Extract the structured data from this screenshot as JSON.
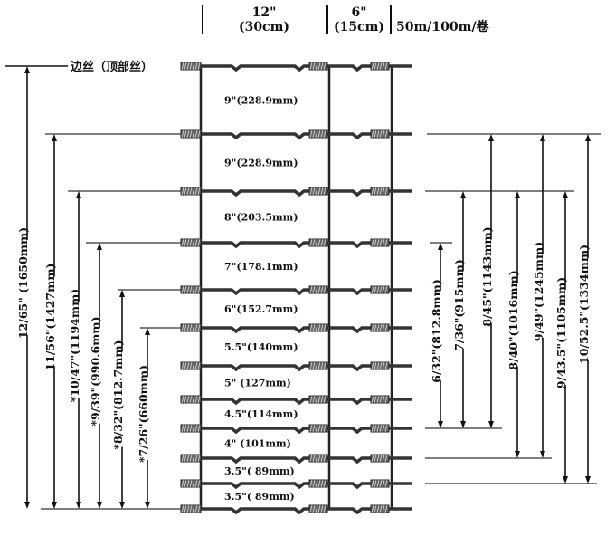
{
  "header": {
    "col1_inch": "12\"",
    "col1_cm": "(30cm)",
    "col2_inch": "6\"",
    "col2_cm": "(15cm)",
    "roll": "50m/100m/卷"
  },
  "top_wire_label": "边丝（顶部丝）",
  "spacings": [
    "9\"(228.9mm)",
    "9\"(228.9mm)",
    "8\"(203.5mm)",
    "7\"(178.1mm)",
    "6\"(152.7mm)",
    "5.5\"(140mm)",
    "5\"  (127mm)",
    "4.5\"(114mm)",
    "4\"  (101mm)",
    "3.5\"( 89mm)",
    "3.5\"( 89mm)"
  ],
  "left_dims": [
    "12/65\" (1650mm)",
    "11/56\"(1427mm)",
    "*10/47\"(1194mm)",
    "*9/39\"(990.6mm)",
    "*8/32\"(812.7mm)",
    "*7/26\"(660mm)"
  ],
  "right_dims": [
    "6/32\"(812.8mm)",
    "7/36\"(915mm)",
    "8/45\"(1143mm)",
    "8/40\"(1016mm)",
    "9/49\"(1245mm)",
    "9/43.5\"(1105mm)",
    "10/52.5\"(1334mm)"
  ]
}
